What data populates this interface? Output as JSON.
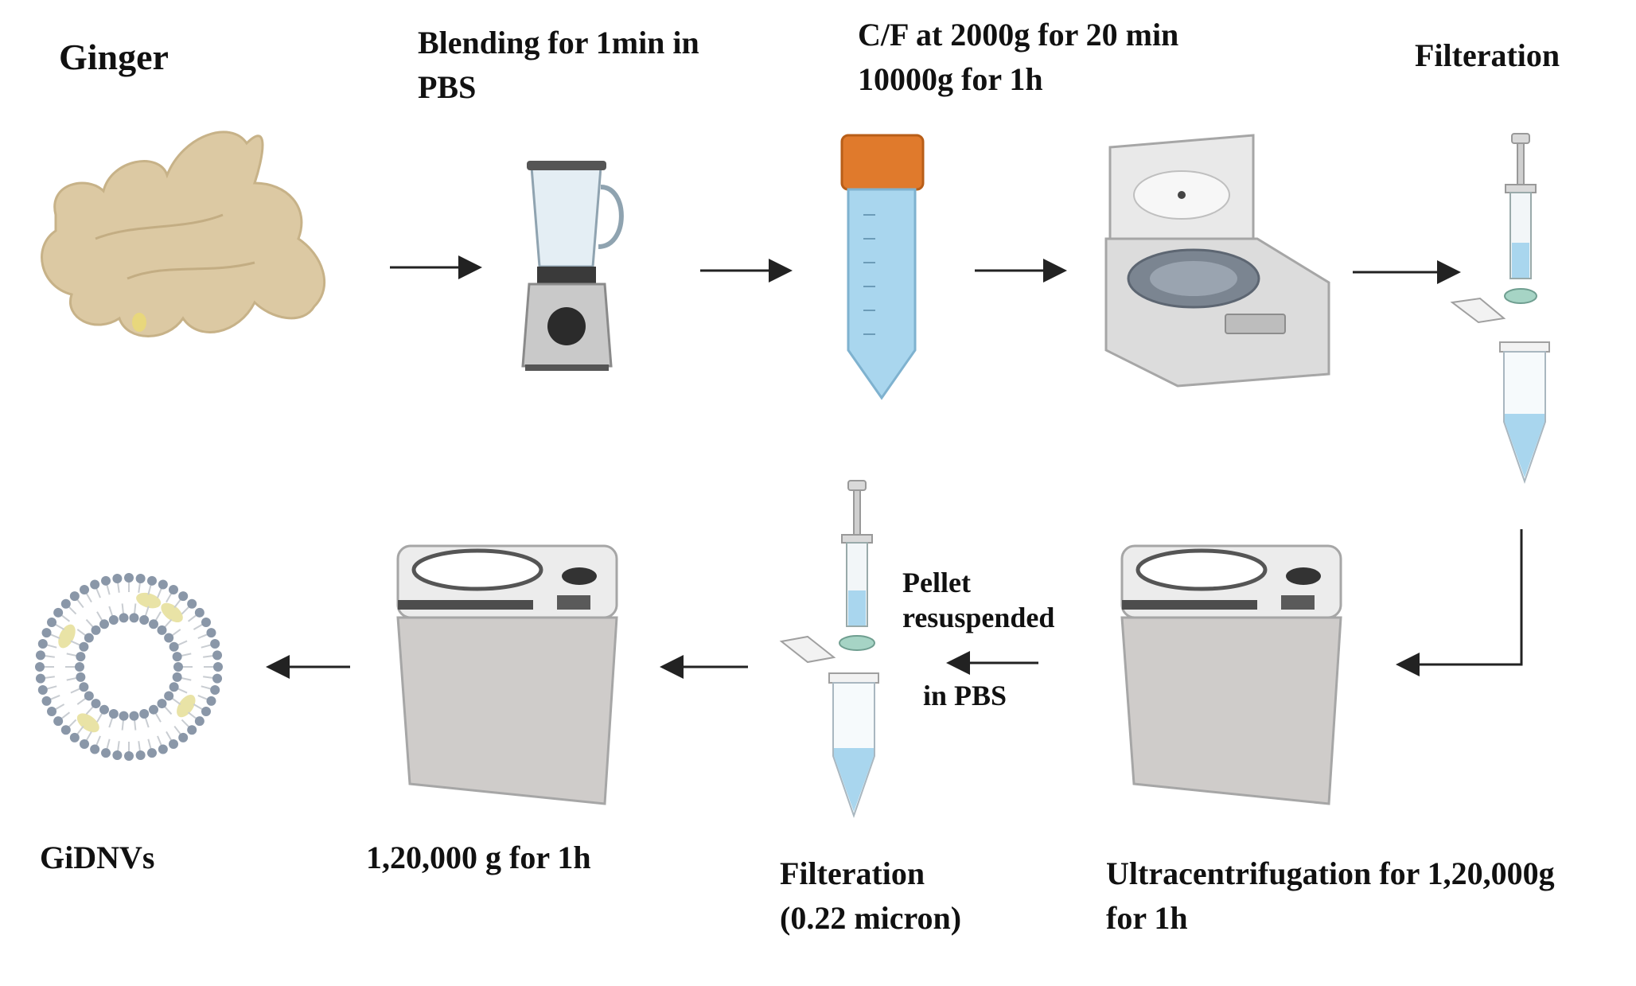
{
  "steps": {
    "ginger": {
      "label": "Ginger"
    },
    "blending": {
      "line1": "Blending for 1min in",
      "line2": "PBS"
    },
    "centrifuge": {
      "line1": "C/F at 2000g for 20 min",
      "line2": "10000g for 1h"
    },
    "filteration_top": {
      "label": "Filteration"
    },
    "ultracentrifugation": {
      "line1": "Ultracentrifugation for 1,20,000g",
      "line2": "for 1h"
    },
    "resuspend": {
      "line1": "Pellet",
      "line2": "resuspended",
      "line3": "in PBS"
    },
    "filteration_bottom": {
      "line1": "Filteration",
      "line2": "(0.22 micron)"
    },
    "second_spin": {
      "label": "1,20,000 g for 1h"
    },
    "product": {
      "label": "GiDNVs"
    }
  },
  "colors": {
    "ginger": "#dcc9a3",
    "tube_cap": "#e07a2c",
    "liquid": "#a9d6ee",
    "machine": "#cfccca",
    "arrow": "#222222",
    "lipid_head": "#8a97a8",
    "cargo": "#e9e3a6"
  }
}
